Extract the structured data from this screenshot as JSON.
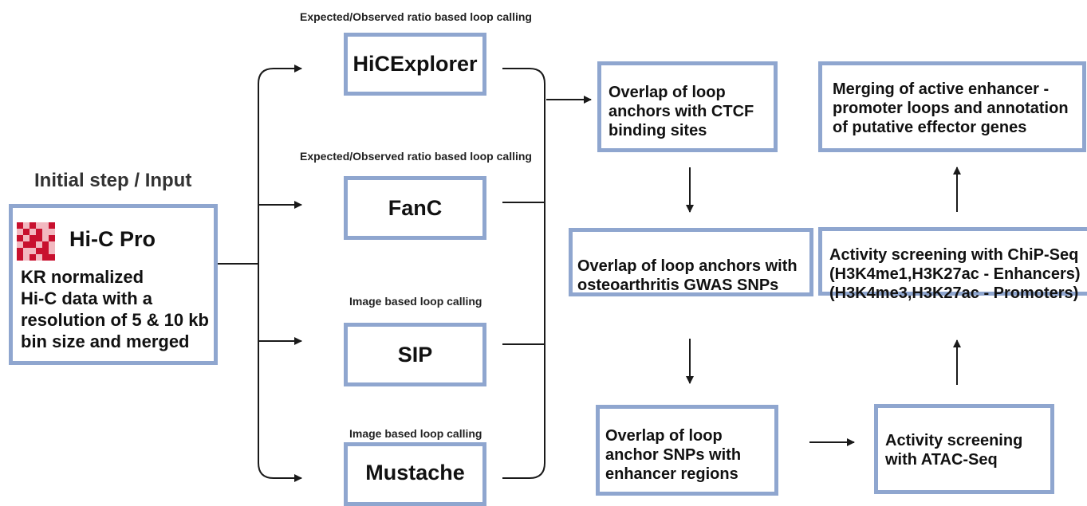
{
  "input": {
    "heading": "Initial step / Input",
    "tool_name": "Hi-C Pro",
    "description": "KR normalized\nHi-C data with a\nresolution of 5 & 10 kb\nbin size and merged",
    "icon": "hic-heatmap-icon"
  },
  "tools": [
    {
      "caption": "Expected/Observed ratio based loop calling",
      "name": "HiCExplorer"
    },
    {
      "caption": "Expected/Observed ratio based loop calling",
      "name": "FanC"
    },
    {
      "caption": "Image based loop calling",
      "name": "SIP"
    },
    {
      "caption": "Image based loop calling",
      "name": "Mustache"
    }
  ],
  "steps": {
    "ctcf": "Overlap of loop\nanchors with CTCF\nbinding sites",
    "gwas": "Overlap of loop anchors with\nosteoarthritis GWAS SNPs",
    "enhancer": "Overlap of loop\nanchor SNPs with\nenhancer regions",
    "atac": "Activity screening\nwith ATAC-Seq",
    "chip": "Activity screening with ChiP-Seq\n(H3K4me1,H3K27ac - Enhancers)\n(H3K4me3,H3K27ac - Promoters)",
    "merge": "Merging of active enhancer -\npromoter loops and annotation\nof putative effector genes"
  },
  "colors": {
    "box_border": "#8fa6cf",
    "line": "#1a1a1a",
    "heatmap_dark": "#c8102e",
    "heatmap_light": "#f2b8c0"
  }
}
